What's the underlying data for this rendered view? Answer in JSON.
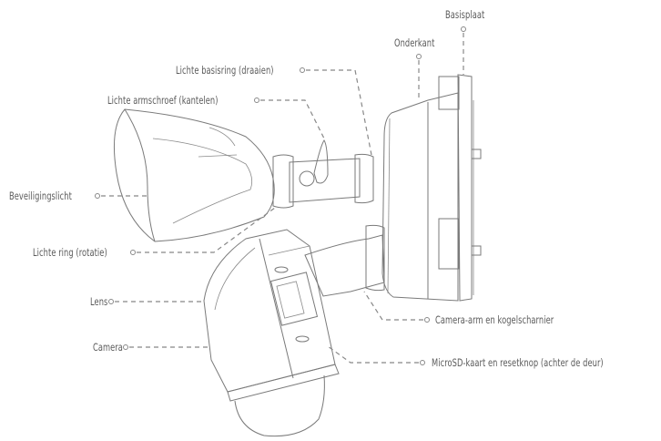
{
  "diagram": {
    "title": "",
    "labels": {
      "basisplaat": "Basisplaat",
      "onderkant": "Onderkant",
      "lichte_basisring": "Lichte basisring (draaien)",
      "lichte_armschroef": "Lichte armschroef (kantelen)",
      "beveiligingslicht": "Beveiligingslicht",
      "lichte_ring": "Lichte ring (rotatie)",
      "lens": "Lens",
      "camera": "Camera",
      "camera_arm": "Camera-arm en kogelscharnier",
      "microsd": "MicroSD-kaart en resetknop (achter de deur)"
    },
    "colors": {
      "line": "#7a7a7a",
      "text": "#5a5a5a",
      "background": "#ffffff"
    }
  }
}
